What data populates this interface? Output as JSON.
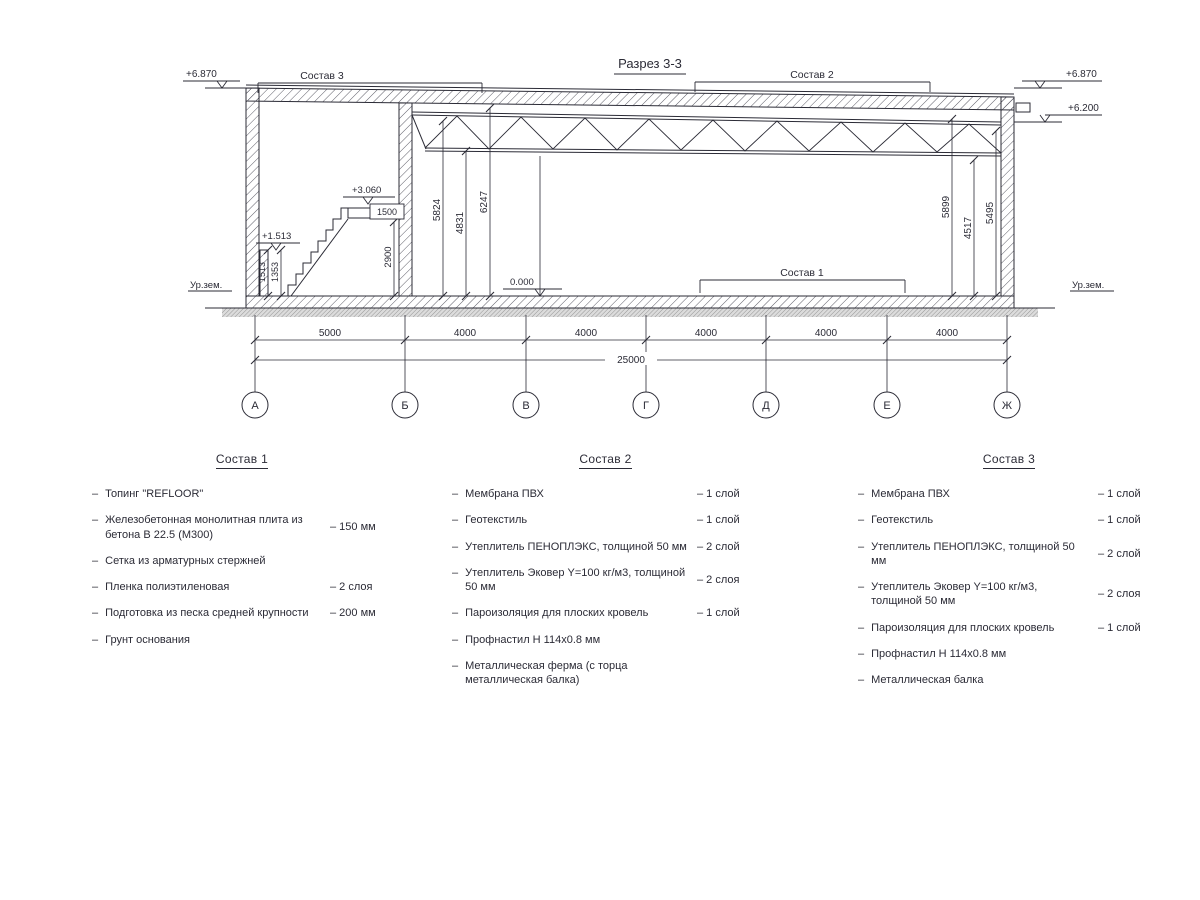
{
  "title": "Разрез 3-3",
  "drawing": {
    "elev_left_top": "+6.870",
    "elev_right_top": "+6.870",
    "elev_right_bearing": "+6.200",
    "elev_landing": "+3.060",
    "elev_stair_mid": "+1.513",
    "elev_floor": "0.000",
    "ground_left": "Ур.зем.",
    "ground_right": "Ур.зем.",
    "callout_1": "Состав 1",
    "callout_2": "Состав 2",
    "callout_3": "Состав 3",
    "dims": {
      "stair_left_1": "1513",
      "stair_left_2": "1353",
      "landing_width": "1500",
      "stair_height": "2900",
      "mid_1": "5824",
      "mid_2": "4831",
      "mid_3": "6247",
      "right_1": "5899",
      "right_2": "4517",
      "right_3": "5495",
      "bottom": [
        "5000",
        "4000",
        "4000",
        "4000",
        "4000",
        "4000"
      ],
      "total": "25000"
    },
    "axes": [
      "А",
      "Б",
      "В",
      "Г",
      "Д",
      "Е",
      "Ж"
    ]
  },
  "legend_meta": {
    "bullet": "–"
  },
  "legends": [
    {
      "title": "Состав 1",
      "items": [
        {
          "text": "Топинг \"REFLOOR\"",
          "value": ""
        },
        {
          "text": "Железобетонная  монолитная плита из бетона В 22.5 (М300)",
          "value": "– 150 мм"
        },
        {
          "text": "Сетка из арматурных стержней",
          "value": ""
        },
        {
          "text": "Пленка полиэтиленовая",
          "value": "– 2 слоя"
        },
        {
          "text": "Подготовка из песка средней крупности",
          "value": "– 200 мм"
        },
        {
          "text": "Грунт основания",
          "value": ""
        }
      ]
    },
    {
      "title": "Состав 2",
      "items": [
        {
          "text": "Мембрана ПВХ",
          "value": "– 1 слой"
        },
        {
          "text": "Геотекстиль",
          "value": "– 1 слой"
        },
        {
          "text": "Утеплитель ПЕНОПЛЭКС, толщиной 50 мм",
          "value": "– 2 слой"
        },
        {
          "text": "Утеплитель Эковер Y=100 кг/м3, толщиной 50 мм",
          "value": "– 2 слоя"
        },
        {
          "text": "Пароизоляция для плоских кровель",
          "value": "– 1 слой"
        },
        {
          "text": "Профнастил Н 114х0.8 мм",
          "value": ""
        },
        {
          "text": "Металлическая ферма (с торца металлическая балка)",
          "value": ""
        }
      ]
    },
    {
      "title": "Состав 3",
      "items": [
        {
          "text": "Мембрана ПВХ",
          "value": "– 1 слой"
        },
        {
          "text": "Геотекстиль",
          "value": "– 1 слой"
        },
        {
          "text": "Утеплитель ПЕНОПЛЭКС, толщиной 50 мм",
          "value": "– 2 слой"
        },
        {
          "text": "Утеплитель Эковер Y=100 кг/м3, толщиной 50 мм",
          "value": "– 2 слоя"
        },
        {
          "text": "Пароизоляция для плоских кровель",
          "value": "– 1 слой"
        },
        {
          "text": "Профнастил Н 114х0.8 мм",
          "value": ""
        },
        {
          "text": "Металлическая балка",
          "value": ""
        }
      ]
    }
  ]
}
